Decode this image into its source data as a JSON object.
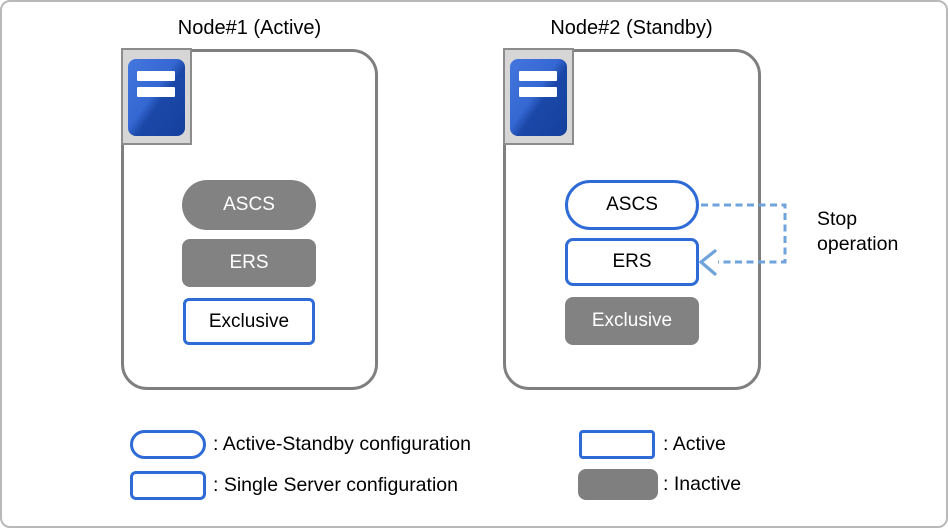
{
  "diagram": {
    "node1": {
      "title": "Node#1 (Active)",
      "boxes": [
        {
          "label": "ASCS",
          "shape": "pill",
          "state": "inactive"
        },
        {
          "label": "ERS",
          "shape": "rounded-rect",
          "state": "inactive"
        },
        {
          "label": "Exclusive",
          "shape": "rounded-rect",
          "state": "active"
        }
      ]
    },
    "node2": {
      "title": "Node#2 (Standby)",
      "boxes": [
        {
          "label": "ASCS",
          "shape": "pill",
          "state": "active"
        },
        {
          "label": "ERS",
          "shape": "rounded-rect",
          "state": "active"
        },
        {
          "label": "Exclusive",
          "shape": "rounded-rect",
          "state": "inactive"
        }
      ]
    },
    "annotation": {
      "line1": "Stop",
      "line2": "operation",
      "arrow_from": "Node#2 ASCS",
      "arrow_to": "Node#2 ERS"
    },
    "legend": [
      {
        "swatch": "pill-active",
        "label": ": Active-Standby configuration"
      },
      {
        "swatch": "rect-active",
        "label": ": Single Server configuration"
      },
      {
        "swatch": "rect-active",
        "label": ": Active"
      },
      {
        "swatch": "rect-inactive",
        "label": ": Inactive"
      }
    ],
    "colors": {
      "active_border_blue": "#2e6bd6",
      "inactive_fill_gray": "#828282",
      "node_border_gray": "#7f7f7f",
      "arrow_dashed_blue": "#6fa3dc",
      "server_icon_blue": "#2b5cc4",
      "server_icon_frame": "#d6d6d6"
    }
  }
}
